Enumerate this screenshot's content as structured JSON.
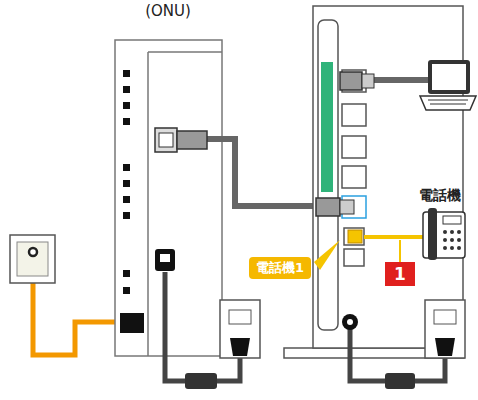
{
  "diagram": {
    "nodes": [
      {
        "text": [
          "(ONU)"
        ]
      },
      {
        "text": [
          "電話機"
        ]
      },
      {
        "text": [
          "電話機1"
        ]
      },
      {
        "text": [
          "1"
        ]
      }
    ]
  }
}
